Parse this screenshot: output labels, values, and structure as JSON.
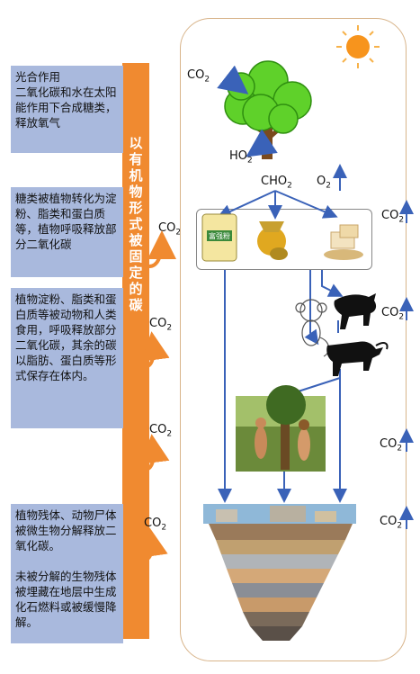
{
  "left_panel": {
    "vertical_title": "以有机物形式被固定的碳",
    "boxes": [
      "光合作用\n二氧化碳和水在太阳能作用下合成糖类，释放氧气",
      "糖类被植物转化为淀粉、脂类和蛋白质等，植物呼吸释放部分二氧化碳",
      "植物淀粉、脂类和蛋白质等被动物和人类食用，呼吸释放部分二氧化碳，其余的碳以脂肪、蛋白质等形式保存在体内。",
      "植物残体、动物尸体被微生物分解释放二氧化碳。\n\n未被分解的生物残体被埋藏在地层中生成化石燃料或被缓慢降解。"
    ],
    "co2_labels": [
      "CO",
      "CO",
      "CO",
      "CO"
    ],
    "co2_sub": "2"
  },
  "right_panel": {
    "tree_in_label": "CO",
    "tree_in_sub": "2",
    "tree_out_label": "HO",
    "tree_out_sub": "2",
    "cho_label": "CHO",
    "cho_sub": "2",
    "o2_label": "O",
    "o2_sub": "2",
    "co2_main": "CO",
    "co2_sub": "2",
    "flour_bag_text": "富强粉"
  },
  "colors": {
    "box_fill": "#a9b9dd",
    "orange": "#f08a30",
    "arrow_blue": "#3a62b8",
    "frame": "#d8b48a"
  }
}
